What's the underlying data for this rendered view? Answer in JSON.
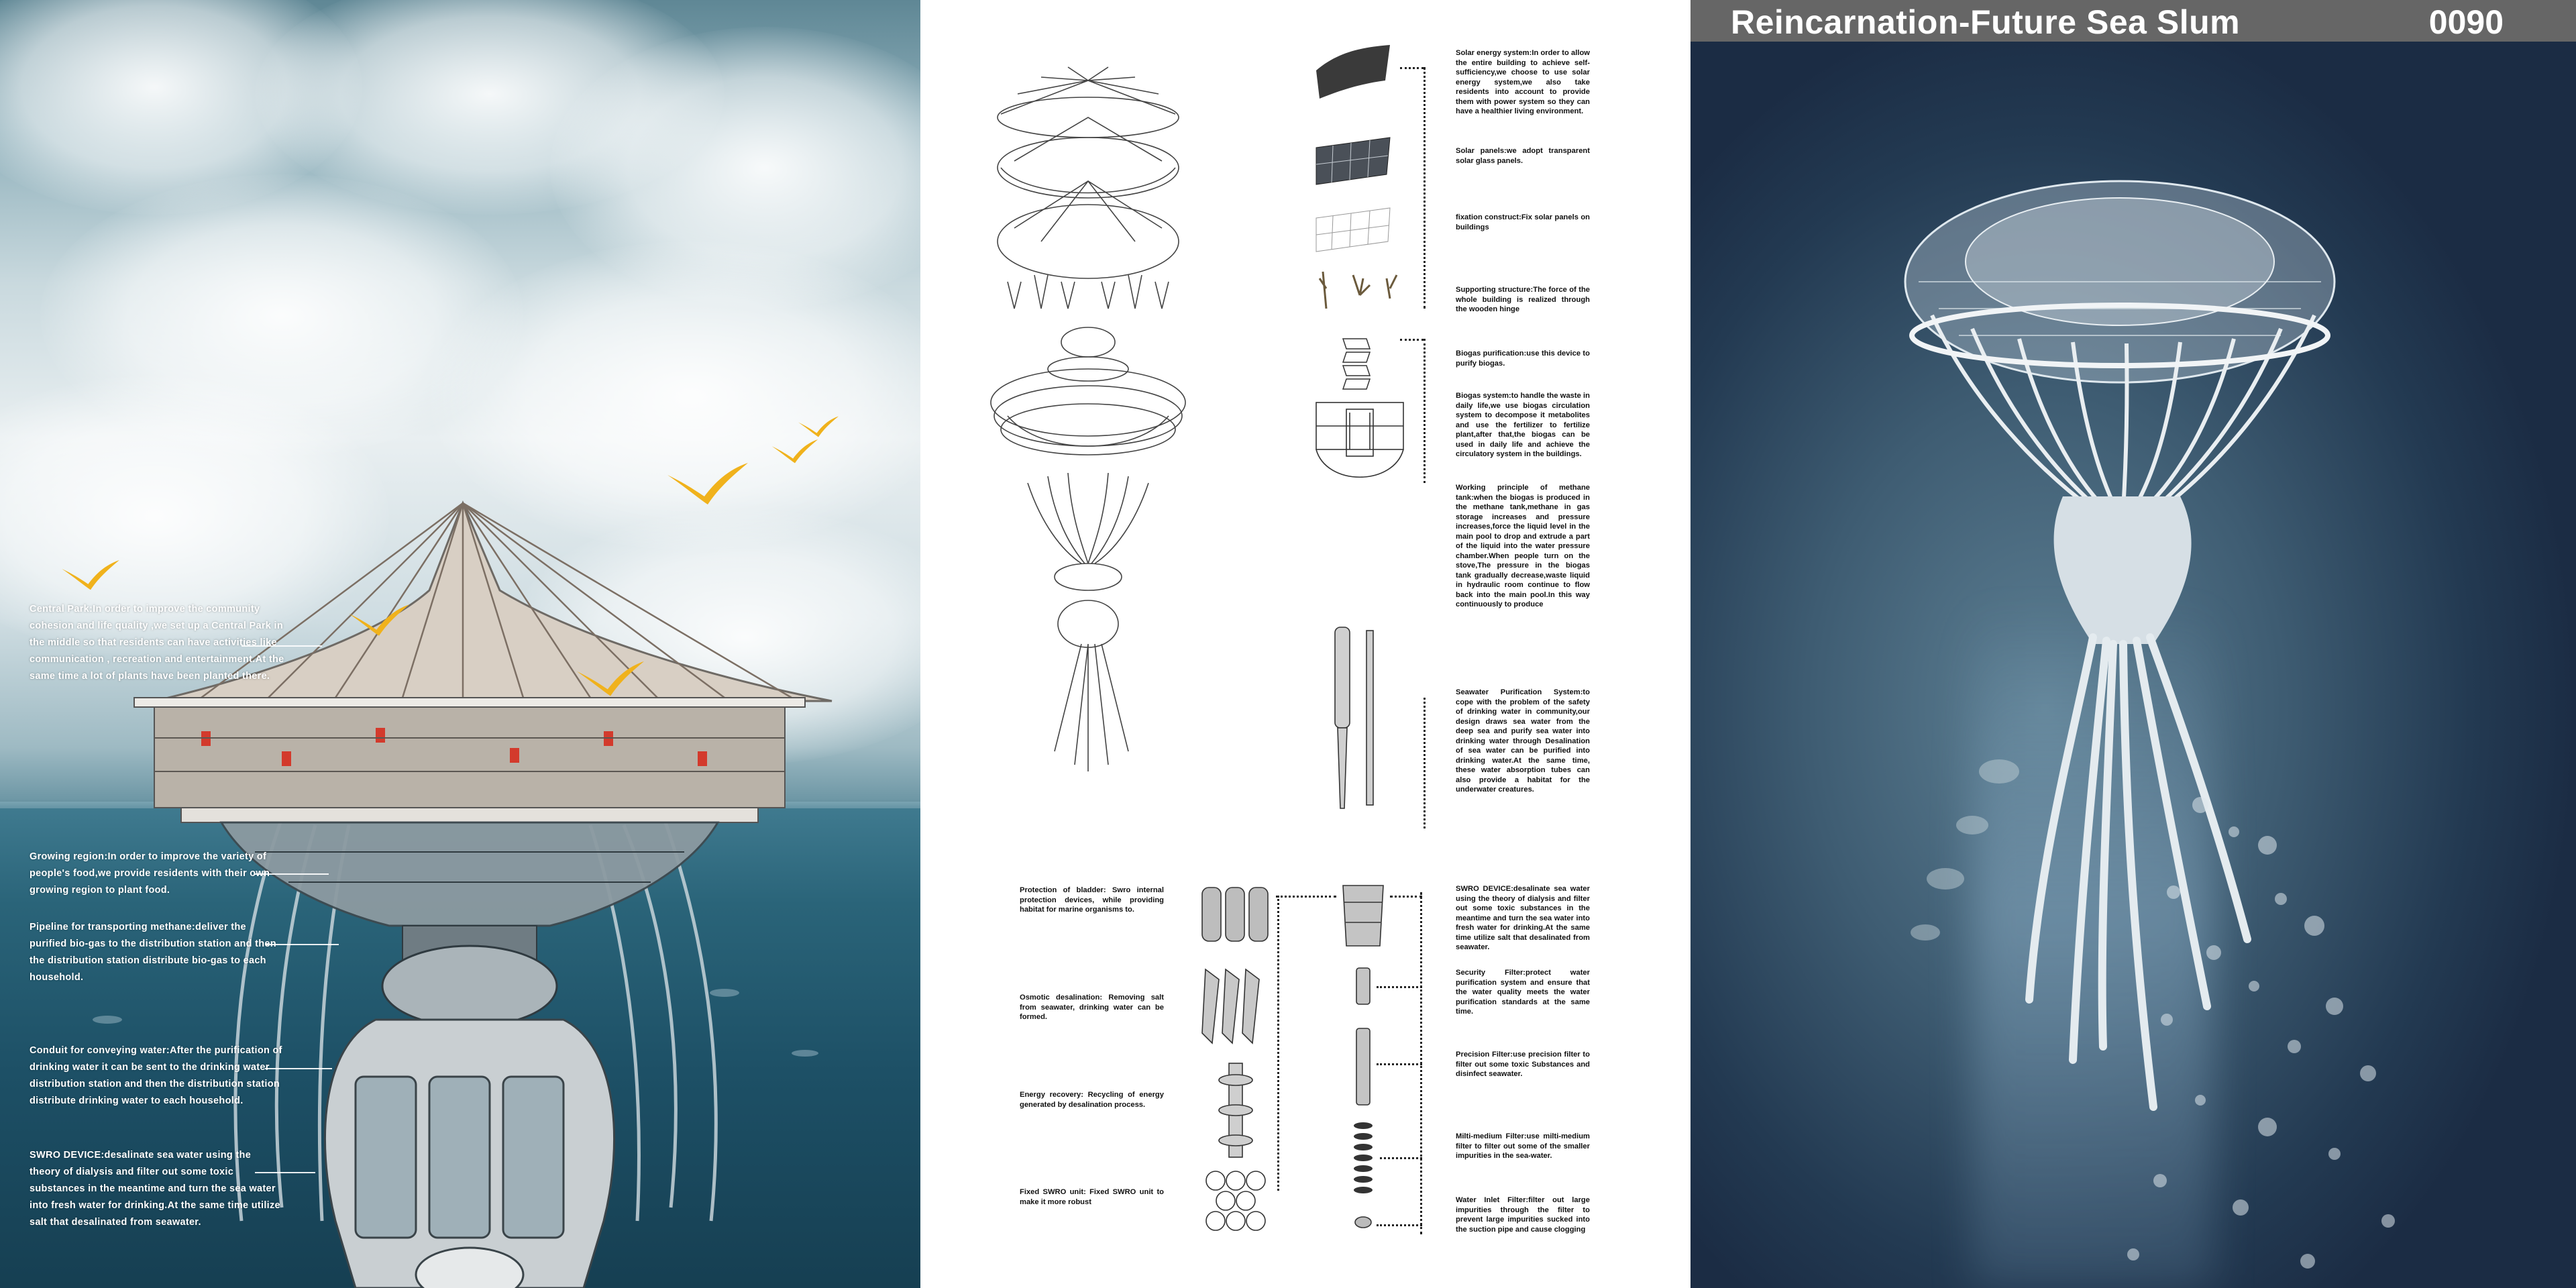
{
  "header": {
    "title": "Reincarnation-Future Sea Slum",
    "code": "0090"
  },
  "left_panel": {
    "notes": [
      {
        "id": "central_park",
        "text": "Central Park:In order to improve the community cohesion and life quality ,we set up a Central Park in the middle so that residents can have activities like communication , recreation and entertainment.At the same time a lot of plants have been planted there."
      },
      {
        "id": "growing_region",
        "text": "Growing region:In order to improve the variety of people's food,we provide residents with their own growing region to plant food."
      },
      {
        "id": "methane_pipeline",
        "text": "Pipeline for transporting methane:deliver the purified bio-gas to the distribution station and then the distribution station distribute bio-gas to each household."
      },
      {
        "id": "water_conduit",
        "text": "Conduit for conveying water:After the purification of drinking water it can be sent to the drinking water distribution station and then the distribution station distribute drinking water to each household."
      },
      {
        "id": "swro_device",
        "text": "SWRO DEVICE:desalinate sea water using the theory of dialysis and filter out some toxic substances in the meantime and turn the sea water into fresh water for drinking.At the same time utilize salt that desalinated from seawater."
      }
    ]
  },
  "middle_panel": {
    "right_notes": [
      {
        "id": "solar_system",
        "text": "Solar energy system:In order to allow the entire building to achieve self-sufficiency,we choose to use solar energy system,we also take residents into account to provide them with power system so they can have a healthier living environment."
      },
      {
        "id": "solar_panels",
        "text": "Solar panels:we adopt transparent solar glass panels."
      },
      {
        "id": "fixation",
        "text": "fixation construct:Fix solar panels on buildings"
      },
      {
        "id": "supporting",
        "text": "Supporting structure:The force of the whole building is realized through the wooden hinge"
      },
      {
        "id": "biogas_purification",
        "text": "Biogas purification:use this device to purify biogas."
      },
      {
        "id": "biogas_system",
        "text": "Biogas system:to handle the waste in daily life,we use biogas circulation system to decompose it metabolites and use the fertilizer to fertilize plant,after that,the biogas can be used in daily life and achieve the circulatory system in the buildings."
      },
      {
        "id": "methane_tank",
        "text": "Working principle of methane tank:when the biogas is produced in the methane tank,methane in gas storage increases and pressure increases,force the liquid level in the main pool to drop and extrude a part of the liquid into the water pressure chamber.When people turn on the stove,The pressure in the biogas tank gradually decrease,waste liquid in hydraulic room continue to flow back into the main pool.In this way continuously to produce"
      },
      {
        "id": "seawater_purification",
        "text": "Seawater Purification System:to cope with the problem of the safety of drinking water in community,our design draws sea water from the deep sea and purify sea water into drinking water through Desalination of sea water can be purified into drinking water.At the same time, these water absorption tubes can also provide a habitat for the underwater creatures."
      },
      {
        "id": "swro_device_mid",
        "text": "SWRO DEVICE:desalinate sea water using the theory of dialysis and filter out some toxic substances in the meantime and turn the sea water into fresh water for drinking.At the same time utilize salt that desalinated from seawater."
      },
      {
        "id": "security_filter",
        "text": "Security Filter:protect water purification system and ensure that the water quality meets the water purification standards at the same time."
      },
      {
        "id": "precision_filter",
        "text": "Precision Filter:use precision filter to filter out some toxic Substances and disinfect seawater."
      },
      {
        "id": "multi_medium",
        "text": "Milti-medium Filter:use milti-medium filter to filter out some of the smaller impurities in the sea-water."
      },
      {
        "id": "water_inlet",
        "text": "Water Inlet Filter:filter out large impurities through the filter to prevent large impurities sucked into the suction pipe and cause clogging"
      }
    ],
    "left_notes": [
      {
        "id": "bladder",
        "text": "Protection of bladder: Swro internal protection devices, while providing habitat for marine organisms to."
      },
      {
        "id": "osmotic",
        "text": "Osmotic desalination: Removing salt from seawater, drinking water can be formed."
      },
      {
        "id": "energy_recovery",
        "text": "Energy recovery: Recycling of energy generated by desalination process."
      },
      {
        "id": "fixed_swro",
        "text": "Fixed SWRO unit: Fixed SWRO unit to make it more robust"
      }
    ]
  },
  "colors": {
    "title_bar": "#666666",
    "bird": "#f0b21c",
    "sea_left": "#1d5066",
    "deep_sea_right": "#233a52",
    "ink": "#111111"
  }
}
